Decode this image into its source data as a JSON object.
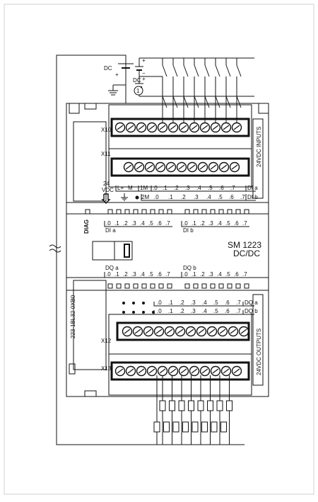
{
  "power": {
    "dc_top": "DC",
    "dc_mid": "DC",
    "plus": "+",
    "minus": "−",
    "ref": "1"
  },
  "connectors": {
    "x10": "X10",
    "x11": "X11",
    "x12": "X12",
    "x13": "X13"
  },
  "side_labels": {
    "inputs": "24VDC INPUTS",
    "outputs": "24VDC OUTPUTS",
    "part_number": "223-1BL32-0XB0"
  },
  "supply": {
    "v24": "24",
    "vdc": "VDC",
    "row1": [
      "L+",
      "M",
      "1M",
      ".0",
      ".1",
      ".2",
      ".3",
      ".4",
      ".5",
      ".6",
      ".7"
    ],
    "row1_tag": "DI a",
    "row2": [
      "2M",
      ".0",
      ".1",
      ".2",
      ".3",
      ".4",
      ".5",
      ".6",
      ".7"
    ],
    "row2_tag": "DI b"
  },
  "diag": "DIAG",
  "di_a": {
    "bits": [
      ".0",
      ".1",
      ".2",
      ".3",
      ".4",
      ".5",
      ".6",
      ".7"
    ],
    "label": "DI a"
  },
  "di_b": {
    "bits": [
      ".0",
      ".1",
      ".2",
      ".3",
      ".4",
      ".5",
      ".6",
      ".7"
    ],
    "label": "DI b"
  },
  "model": {
    "name": "SM 1223",
    "type": "DC/DC"
  },
  "dq_a": {
    "label": "DQ a",
    "bits": [
      ".0",
      ".1",
      ".2",
      ".3",
      ".4",
      ".5",
      ".6",
      ".7"
    ]
  },
  "dq_b": {
    "label": "DQ b",
    "bits": [
      ".0",
      ".1",
      ".2",
      ".3",
      ".4",
      ".5",
      ".6",
      ".7"
    ]
  },
  "out_term": {
    "row1": [
      ".0",
      ".1",
      ".2",
      ".3",
      ".4",
      ".5",
      ".6",
      ".7"
    ],
    "row1_tag": "DQ a",
    "row2": [
      ".0",
      ".1",
      ".2",
      ".3",
      ".4",
      ".5",
      ".6",
      ".7"
    ],
    "row2_tag": "DQ b"
  }
}
